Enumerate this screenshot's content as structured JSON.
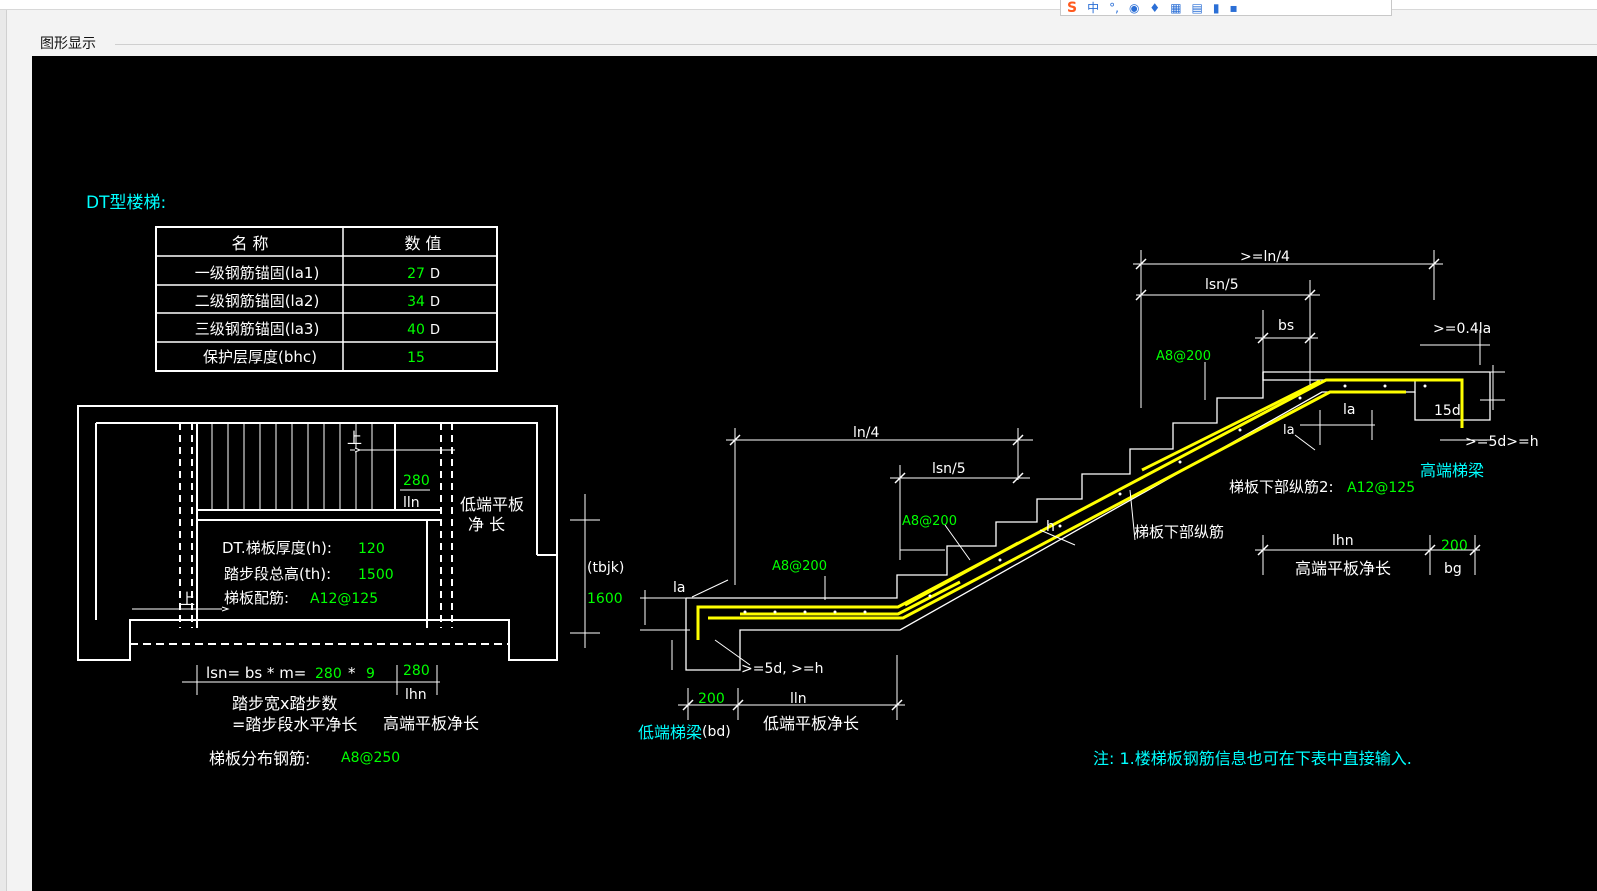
{
  "window": {
    "panel_title": "图形显示"
  },
  "ime_toolbar": {
    "logo": "S",
    "mode": "中",
    "punct": "°,",
    "icons": [
      "voice-icon",
      "mic-icon",
      "keyboard-icon",
      "skin-icon",
      "shirt-icon",
      "grid-icon"
    ]
  },
  "drawing": {
    "title": "DT型楼梯:",
    "table": {
      "headers": [
        "名 称",
        "数 值"
      ],
      "rows": [
        {
          "name": "一级钢筋锚固(la1)",
          "value": "27",
          "unit": "D"
        },
        {
          "name": "二级钢筋锚固(la2)",
          "value": "34",
          "unit": "D"
        },
        {
          "name": "三级钢筋锚固(la3)",
          "value": "40",
          "unit": "D"
        },
        {
          "name": "保护层厚度(bhc)",
          "value": "15",
          "unit": ""
        }
      ]
    },
    "plan": {
      "up_label": "上",
      "step_280": "280",
      "lln": "lln",
      "low_flat_1": "低端平板",
      "low_flat_2": "净 长",
      "thickness_label": "DT.梯板厚度(h):",
      "thickness_value": "120",
      "height_label": "踏步段总高(th):",
      "height_value": "1500",
      "rebar_label": "梯板配筋:",
      "rebar_value": "A12@125",
      "tbjk": "(tbjk)",
      "h1600": "1600",
      "lsn_label": "lsn= bs * m=",
      "bs_value": "280",
      "times": "*",
      "m_value": "9",
      "right_280": "280",
      "lhn": "lhn",
      "step_desc_1": "踏步宽x踏步数",
      "step_desc_2": "=踏步段水平净长",
      "high_flat": "高端平板净长",
      "dist_label": "梯板分布钢筋:",
      "dist_value": "A8@250"
    },
    "section": {
      "ln4_top": ">=ln/4",
      "lsn5_top": "lsn/5",
      "bs": "bs",
      "ge_04la": ">=0.4la",
      "a8_top": "A8@200",
      "la_right": "la",
      "la_mid": "la",
      "d15": "15d",
      "ge5d_h": ">=5d>=h",
      "high_beam": "高端梯梁",
      "lower_long2_label": "梯板下部纵筋2:",
      "lower_long2_value": "A12@125",
      "ln4_mid": "ln/4",
      "lsn5_mid": "lsn/5",
      "a8_mid": "A8@200",
      "h": "h",
      "lower_long": "梯板下部纵筋",
      "lhn": "lhn",
      "bg_value": "200",
      "high_flat": "高端平板净长",
      "bg": "bg",
      "a8_low": "A8@200",
      "la_left": "la",
      "ge5d": ">=5d, >=h",
      "bd_value": "200",
      "lln": "lln",
      "low_beam": "低端梯梁",
      "bd": "(bd)",
      "low_flat": "低端平板净长"
    },
    "note": "注: 1.楼梯板钢筋信息也可在下表中直接输入."
  },
  "colors": {
    "background": "#000000",
    "line": "#ffffff",
    "rebar": "#ffff00",
    "value": "#00ff00",
    "label": "#00ffff"
  }
}
